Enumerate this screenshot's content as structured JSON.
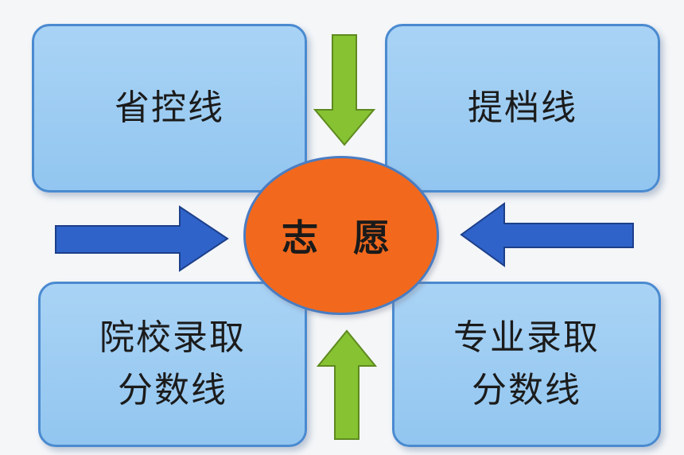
{
  "center": {
    "label": "志 愿",
    "color": "#f2691d"
  },
  "boxes": {
    "top_left": {
      "lines": [
        "省控线"
      ]
    },
    "top_right": {
      "lines": [
        "提档线"
      ]
    },
    "bottom_left": {
      "lines": [
        "院校录取",
        "分数线"
      ]
    },
    "bottom_right": {
      "lines": [
        "专业录取",
        "分数线"
      ]
    }
  },
  "arrows": {
    "vertical_color": "#86c232",
    "horizontal_color": "#2f63c9"
  }
}
